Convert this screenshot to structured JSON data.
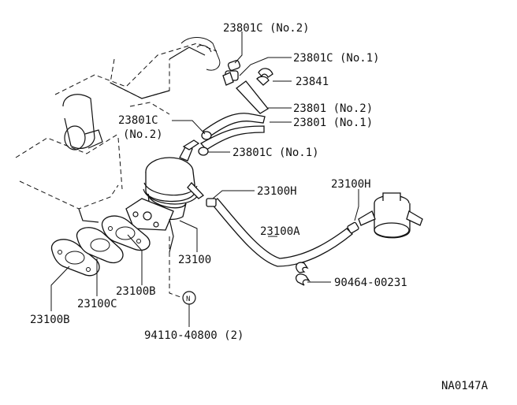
{
  "figure": {
    "code": "NA0147A",
    "parts": {
      "p23801c_no2_top": "23801C (No.2)",
      "p23801c_no1_top": "23801C (No.1)",
      "p23841": "23841",
      "p23801_no2": "23801 (No.2)",
      "p23801_no1": "23801 (No.1)",
      "p23801c_left_line1": "23801C",
      "p23801c_left_line2": "(No.2)",
      "p23801c_no1_mid": "23801C (No.1)",
      "p23100h_left": "23100H",
      "p23100h_right": "23100H",
      "p23100a": "23100A",
      "p23100": "23100",
      "p23100b_right": "23100B",
      "p23100c": "23100C",
      "p23100b_left": "23100B",
      "p90464": "90464-00231",
      "p94110": "94110-40800 (2)",
      "nut_symbol": "N"
    }
  }
}
